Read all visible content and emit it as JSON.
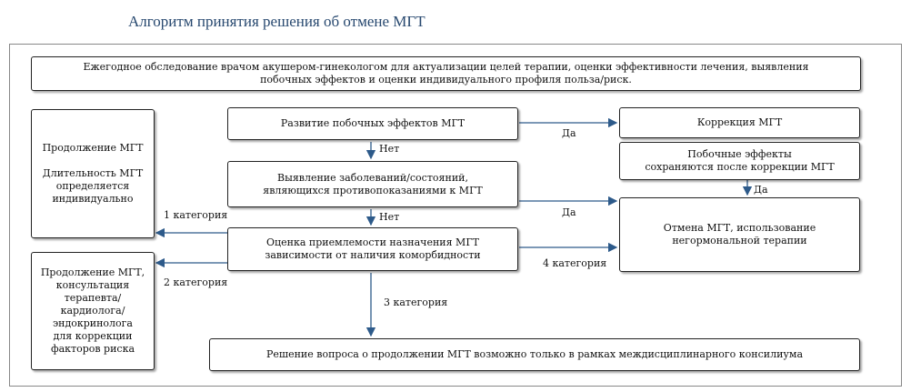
{
  "title": "Алгоритм принятия решения об отмене МГТ",
  "boxes": {
    "annual_exam": "Ежегодное обследование врачом акушером-гинекологом для актуализации целей терапии, оценки эффективности лечения, выявления\nпобочных эффектов и оценки индивидуального профиля польза/риск.",
    "continue_mht": "Продолжение МГТ\n\nДлительность МГТ\nопределяется\nиндивидуально",
    "continue_consult": "Продолжение МГТ,\nконсультация\nтерапевта/\nкардиолога/\nэндокринолога\nдля коррекции\nфакторов риска",
    "side_effects": "Развитие побочных эффектов МГТ",
    "contraindications": "Выявление заболеваний/состояний,\nявляющихся противопоказаниями к МГТ",
    "assessment": "Оценка приемлемости назначения МГТ\nзависимости от наличия коморбидности",
    "correction": "Коррекция МГТ",
    "persist": "Побочные эффекты\nсохраняются после коррекции МГТ",
    "cancel": "Отмена МГТ, использование\nнегормональной терапии",
    "council": "Решение вопроса о продолжении МГТ возможно только в рамках междисциплинарного консилиума"
  },
  "labels": {
    "yes1": "Да",
    "no1": "Нет",
    "yes2": "Да",
    "yes3": "Да",
    "no2": "Нет",
    "cat1": "1 категория",
    "cat2": "2 категория",
    "cat3": "3 категория",
    "cat4": "4 категория"
  },
  "colors": {
    "arrow": "#2d5a8a",
    "title": "#27486f"
  }
}
